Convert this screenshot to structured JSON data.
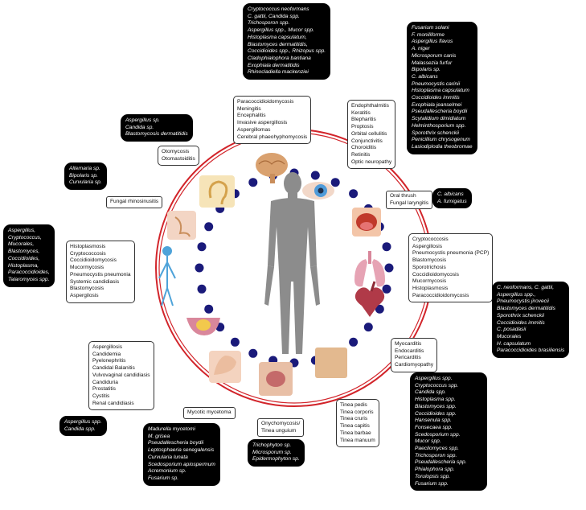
{
  "colors": {
    "ring": "#d2242a",
    "dots": "#1a1a7a",
    "box_dark": "#000000"
  },
  "center_figure": {
    "icon": "human-body-icon"
  },
  "organ_icons": [
    "brain-icon",
    "eye-icon",
    "mouth-icon",
    "lungs-icon",
    "heart-icon",
    "skin-icon",
    "nail-icon",
    "foot-icon",
    "urinary-system-icon",
    "blood-vessels-icon",
    "nasal-sinus-icon",
    "ear-icon"
  ],
  "white_boxes": [
    {
      "id": "brain",
      "lines": [
        "Paracoccidioidomycosis",
        "Meningitis",
        "Encephalitis",
        "Invasive aspergillosis",
        "Aspergillomas",
        "Cerebral phaeohyphomycosis"
      ]
    },
    {
      "id": "eye",
      "lines": [
        "Endophthalmitis",
        "Keratitis",
        "Blepharitis",
        "Proptosis",
        "Orbital cellulitis",
        "Conjunctivitis",
        "Choroiditis",
        "Retinitis",
        "Optic neuropathy"
      ]
    },
    {
      "id": "ear",
      "lines": [
        "Otomycosis",
        "Otomastoiditis"
      ]
    },
    {
      "id": "sinus",
      "lines": [
        "Fungal rhinosinusitis"
      ]
    },
    {
      "id": "mouth",
      "lines": [
        "Oral thrush",
        "Fungal laryngitis"
      ]
    },
    {
      "id": "lungs",
      "lines": [
        "Cryptococcosis",
        "Aspergillosis",
        "Pneumocystis pneumonia (PCP)",
        "Blastomycosis",
        "Sporotrichosis",
        "Coccidioidomycosis",
        "Mucormycosis",
        "Histoplasmosis",
        "Paracoccidioidomycosis"
      ]
    },
    {
      "id": "blood",
      "lines": [
        "Histoplasmosis",
        "Cryptococcosis",
        "Coccidioidomycosis",
        "Mucormycosis",
        "Pneumocystis pneumonia",
        "Systemic candidiasis",
        "Blastomycosis",
        "Aspergilosis"
      ]
    },
    {
      "id": "heart",
      "lines": [
        "Myocarditis",
        "Endocarditis",
        "Pericarditis",
        "Cardiomyopathy"
      ]
    },
    {
      "id": "urinary",
      "lines": [
        "Aspergillosis",
        "Candidemia",
        "Pyelonephritis",
        "Candidal Balanitis",
        "Vulvovaginal candidiasis",
        "Candiduria",
        "Prostatitis",
        "Cystitis",
        "Renal candidiasis"
      ]
    },
    {
      "id": "skin",
      "lines": [
        "Tinea pedis",
        "Tinea corporis",
        "Tinea cruris",
        "Tinea capitis",
        "Tinea barbae",
        "Tinea manuum"
      ]
    },
    {
      "id": "mycetoma",
      "lines": [
        "Mycotic mycetoma"
      ]
    },
    {
      "id": "nail",
      "lines": [
        "Onychomycosis/",
        "Tinea unguium"
      ]
    }
  ],
  "black_boxes": [
    {
      "id": "brain",
      "lines": [
        "Cryptococcus neoformans",
        "C. gattii, Candida spp.",
        "Trichosporon spp.",
        "Aspergillus spp., Mucor spp.",
        "Histoplasma capsulatum,",
        "Blastomyces dermatitidis,",
        "Coccidioides spp., Rhizopus spp.",
        "Cladophialophora bantiana",
        "Exophiala dermatitidis",
        "Rhinocladiella mackenziei"
      ]
    },
    {
      "id": "eye",
      "lines": [
        "Fusarium solani",
        "F. moniliforme",
        "Aspergillus flavus",
        "A. niger",
        "Microsporum canis",
        "Malassezia furfur",
        "Bipolaris sp.",
        "C. albicans",
        "Pneumocystis carinii",
        "Histoplasma capsulatum",
        "Coccidioides immitis",
        "Exophiala jeanselmei",
        "Pseudallescheria boydii",
        "Scytalidium dimidiatum",
        "Helminthosporium spp.",
        "Sporothrix schenckii",
        "Penicillium chrysogenum",
        "Lasiodiplodia theobromae"
      ]
    },
    {
      "id": "ear",
      "lines": [
        "Aspergillus sp.",
        "Candida sp.",
        "Blastomycosis dermatitidis"
      ]
    },
    {
      "id": "sinus",
      "lines": [
        "Alternaria sp.",
        "Bipolaris sp.",
        "Curvularia sp."
      ]
    },
    {
      "id": "mouth",
      "lines": [
        "C. albicans",
        "A. fumigatus"
      ]
    },
    {
      "id": "blood",
      "lines": [
        "Aspergillus,",
        "Cryptococcus,",
        "Mucorales,",
        "Blastomyces,",
        "Coccidioides,",
        "Histoplasma,",
        "Paracoccidioides,",
        "Talaromyces spp."
      ]
    },
    {
      "id": "lungs",
      "lines": [
        "C. neoformans, C. gattii,",
        "Aspergillus spp.,",
        "Pneumocystis jirovecii",
        "Blastomyces dermatitidis",
        "Sporothrix schenckii",
        "Coccidioides immitis",
        "C. posadasii",
        "Mucorales",
        "H. capsulatum",
        "Paracoccidioides  brasiliensis"
      ]
    },
    {
      "id": "skin",
      "lines": [
        "Aspergillus spp.",
        "Cryptococcus spp.",
        "Candida spp.",
        "Histoplasma spp.",
        "Blastomyces spp.",
        "Coccidioides spp.",
        "Hansenula spp.",
        "Fonsecaea spp.",
        "Scedosporium spp.",
        "Mucor spp.",
        "Paecilomyces spp.",
        "Trichosporon spp.",
        "Pseudallescheria spp.",
        "Phialophora spp.",
        "Torulopsis spp.",
        "Fusarium spp."
      ]
    },
    {
      "id": "urinary",
      "lines": [
        "Aspergillus spp.",
        "Candida spp."
      ]
    },
    {
      "id": "mycetoma",
      "lines": [
        "Madurella mycetomi",
        "M. grisea",
        "Pseudallescheria boydii",
        "Leptosphaeria senegalensis",
        "Curvularia lunata",
        "Scedosporium apiospermum",
        "Acremonium sp.",
        "Fusarium sp."
      ]
    },
    {
      "id": "nail",
      "lines": [
        "Trichophyton sp.",
        "Microsporum sp.",
        "Epidermophyton sp."
      ]
    }
  ]
}
